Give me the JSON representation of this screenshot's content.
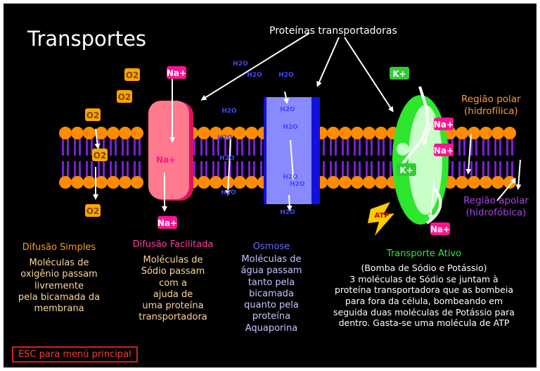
{
  "title": "Transportes",
  "proteins_label": "Proteínas transportadoras",
  "polar_region": "Região polar\n(hidrofílica)",
  "apolar_region": "Região apolar\n(hidrofóbica)",
  "molecules": {
    "o2": "O2",
    "na": "Na+",
    "h2o": "H2O",
    "k": "K+",
    "atp": "ATP"
  },
  "sections": {
    "diffusion_simple": {
      "title": "Difusão Simples",
      "description": "Moléculas de\noxigênio passam\nlivremente\npela bicamada da\nmembrana"
    },
    "diffusion_facilitated": {
      "title": "Difusão Facilitada",
      "description": "Moléculas de\nSódio passam\ncom a\najuda de\numa proteína\ntransportadora"
    },
    "osmosis": {
      "title": "Osmose",
      "description": "Moléculas de\nágua passam\ntanto pela\nbicamada\nquanto pela\nproteína\nAquaporina"
    },
    "active_transport": {
      "title": "Transporte Ativo",
      "description": "(Bomba de Sódio e Potássio)\n3 moléculas de Sódio se juntam à\nproteína transportadora que as bombeia\npara fora da célula,  bombeando em\nseguida  duas moléculas de Potássio para\ndentro. Gasta-se uma molécula de ATP"
    }
  },
  "esc_button": "ESC para menú principal",
  "colors": {
    "background": "#000000",
    "lipid_head": "#ff8c00",
    "lipid_tail": "#7a1fd6",
    "facilitated_protein": "#ff6f8a",
    "aquaporin": "#6f6fff",
    "pump": "#33e633",
    "sodium": "#ff1493",
    "oxygen": "#ffa500",
    "water": "#3f48ff",
    "atp": "#ffcc00"
  }
}
